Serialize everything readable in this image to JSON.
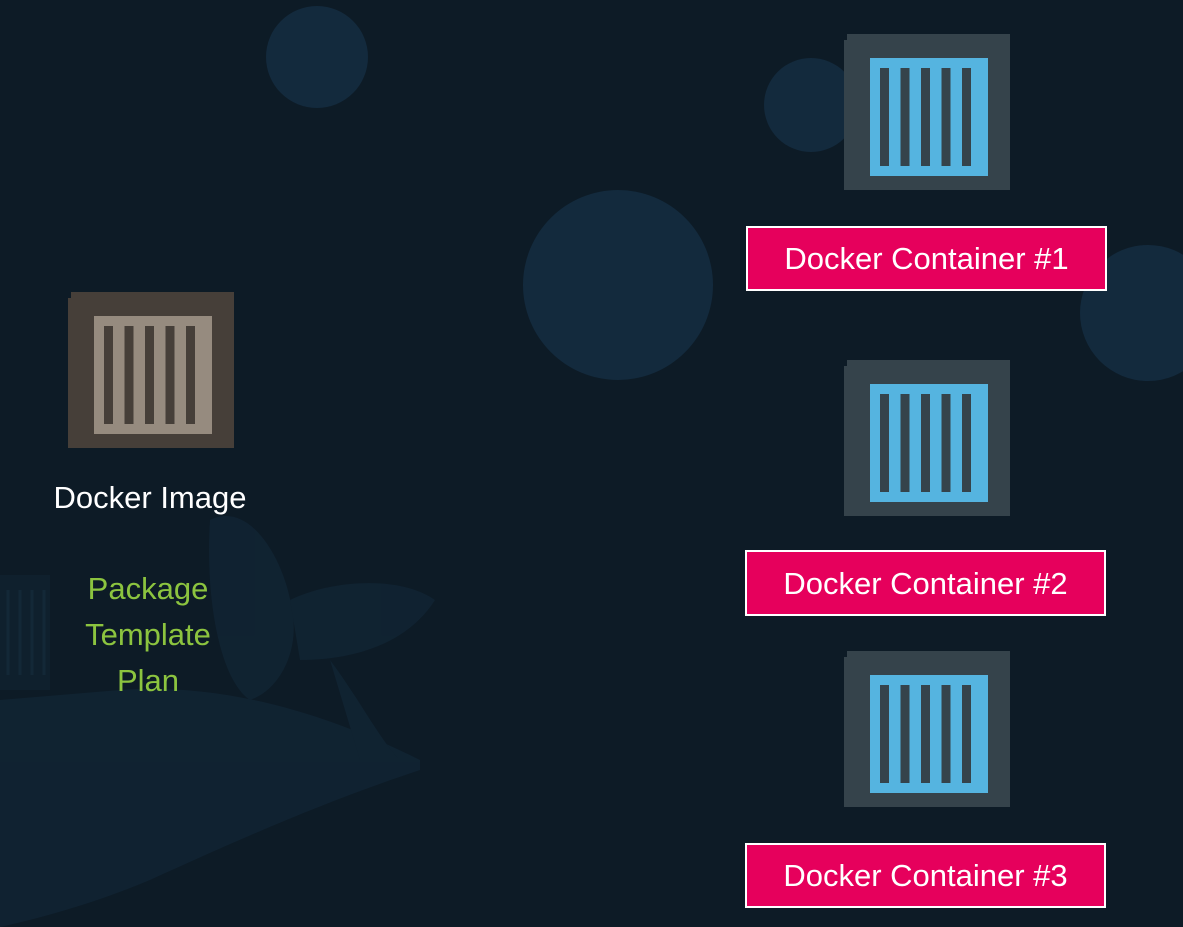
{
  "image": {
    "label": "Docker Image",
    "description_lines": [
      "Package",
      "Template",
      "Plan"
    ],
    "icon": "container-icon",
    "frame_color": "#463f39",
    "slat_color": "#968b7f"
  },
  "containers": [
    {
      "label": "Docker Container #1",
      "icon": "container-icon"
    },
    {
      "label": "Docker Container #2",
      "icon": "container-icon"
    },
    {
      "label": "Docker Container #3",
      "icon": "container-icon"
    }
  ],
  "colors": {
    "background": "#0d1b26",
    "container_frame": "#35434b",
    "container_slat": "#55b4e0",
    "tag_fill": "#e6005c",
    "tag_border": "#ffffff",
    "description_text": "#8cc43f"
  }
}
